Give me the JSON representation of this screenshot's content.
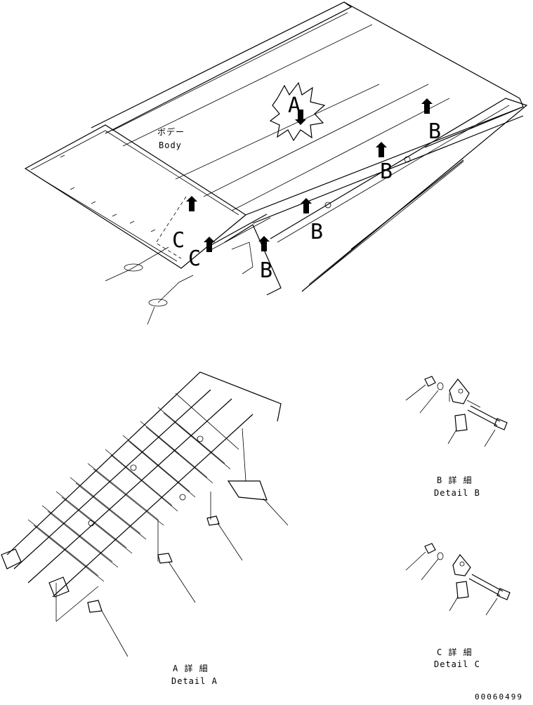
{
  "body_label": {
    "jp": "ボデー",
    "en": "Body"
  },
  "callouts": {
    "a": "A",
    "b": "B",
    "c": "C"
  },
  "detail_a": {
    "jp": "A 詳 細",
    "en": "Detail A"
  },
  "detail_b": {
    "jp": "B 詳 細",
    "en": "Detail B"
  },
  "detail_c": {
    "jp": "C 詳 細",
    "en": "Detail C"
  },
  "drawing_code": "00060499"
}
